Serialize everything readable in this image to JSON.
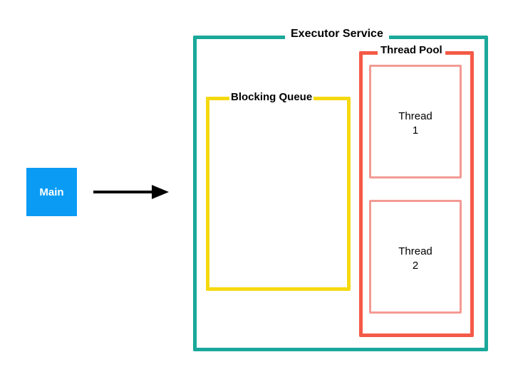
{
  "main": {
    "label": "Main",
    "color": "#0a9cf5"
  },
  "executor": {
    "title": "Executor Service",
    "color": "#1aa89a"
  },
  "queue": {
    "title": "Blocking Queue",
    "color": "#f5d90f"
  },
  "pool": {
    "title": "Thread Pool",
    "color": "#f45a46",
    "threads": [
      {
        "name": "Thread",
        "number": "1"
      },
      {
        "name": "Thread",
        "number": "2"
      }
    ]
  }
}
